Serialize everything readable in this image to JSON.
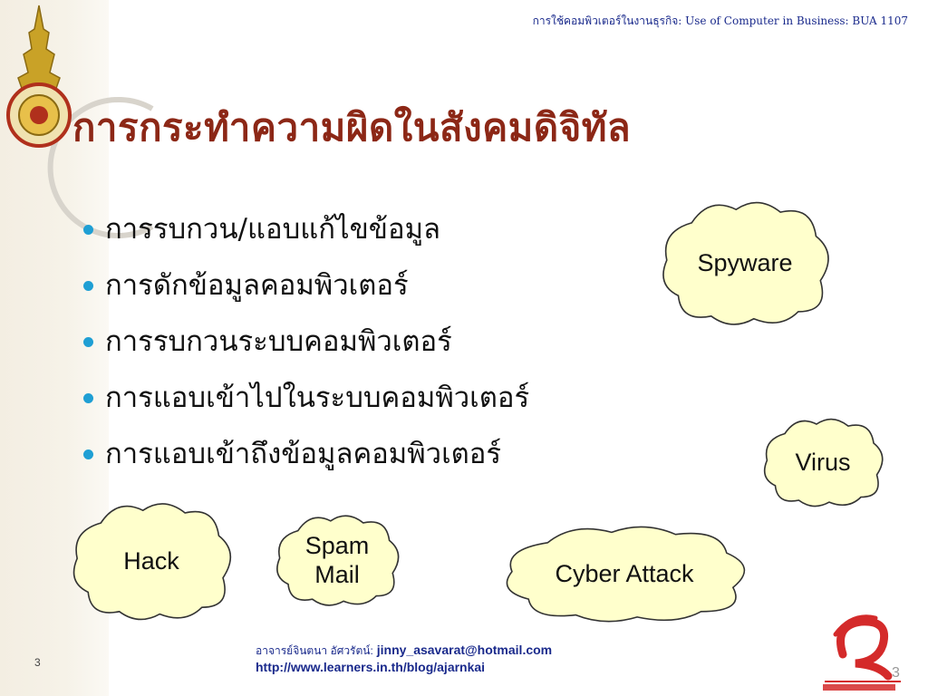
{
  "header": {
    "course_note": "การใช้คอมพิวเตอร์ในงานธุรกิจ: Use of Computer in Business: BUA 1107"
  },
  "slide": {
    "title": "การกระทำความผิดในสังคมดิจิทัล",
    "bullets": [
      "การรบกวน/แอบแก้ไขข้อมูล",
      "การดักข้อมูลคอมพิวเตอร์",
      "การรบกวนระบบคอมพิวเตอร์",
      "การแอบเข้าไปในระบบคอมพิวเตอร์",
      "การแอบเข้าถึงข้อมูลคอมพิวเตอร์"
    ],
    "clouds": {
      "spyware": "Spyware",
      "virus": "Virus",
      "hack": "Hack",
      "spam_line1": "Spam",
      "spam_line2": "Mail",
      "cyber_attack": "Cyber Attack"
    },
    "cloud_fill": "#ffffcc",
    "cloud_stroke": "#333333"
  },
  "footer": {
    "author": "อาจารย์จินตนา อัศวรัตน์:",
    "email": "jinny_asavarat@hotmail.com",
    "url": "http://www.learners.in.th/blog/ajarnkai",
    "slide_number": "3",
    "logo_number": "3"
  },
  "colors": {
    "title": "#8c2716",
    "bullet": "#1f9fd4",
    "footer_link": "#1a2a8c"
  }
}
